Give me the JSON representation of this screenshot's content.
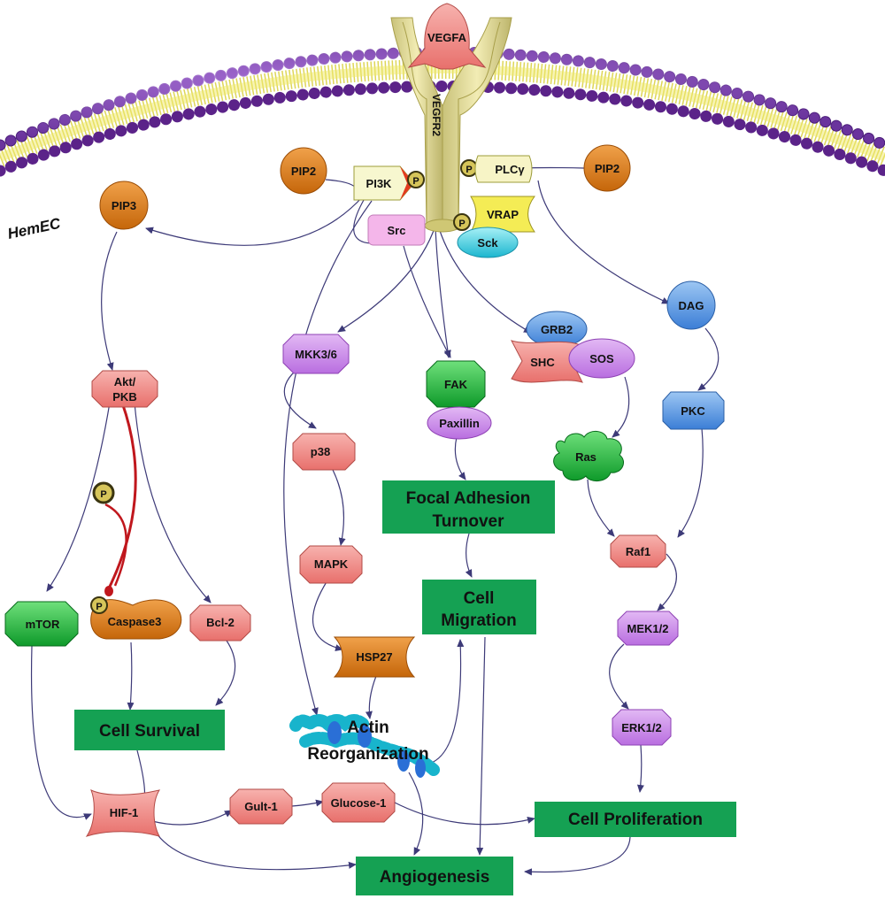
{
  "cell_label": "HemEC",
  "ligand": "VEGFA",
  "receptor": "VEGFR2",
  "phospho": "P",
  "nodes": {
    "pip2_left": "PIP2",
    "pip2_right": "PIP2",
    "pip3": "PIP3",
    "pi3k": "PI3K",
    "plcg": "PLCγ",
    "vrap": "VRAP",
    "sck": "Sck",
    "src": "Src",
    "dag": "DAG",
    "pkc": "PKC",
    "akt_line1": "Akt/",
    "akt_line2": "PKB",
    "mkk": "MKK3/6",
    "p38": "p38",
    "mapk": "MAPK",
    "hsp27": "HSP27",
    "fak": "FAK",
    "paxillin": "Paxillin",
    "grb2": "GRB2",
    "shc": "SHC",
    "sos": "SOS",
    "ras": "Ras",
    "raf1": "Raf1",
    "mek": "MEK1/2",
    "erk": "ERK1/2",
    "mtor": "mTOR",
    "caspase3": "Caspase3",
    "bcl2": "Bcl-2",
    "hif1": "HIF-1",
    "gult1": "Gult-1",
    "glucose1": "Glucose-1"
  },
  "outcomes": {
    "focal_line1": "Focal Adhesion",
    "focal_line2": "Turnover",
    "migration_line1": "Cell",
    "migration_line2": "Migration",
    "survival": "Cell Survival",
    "actin_line1": "Actin",
    "actin_line2": "Reorganization",
    "proliferation": "Cell Proliferation",
    "angiogenesis": "Angiogenesis"
  },
  "colors": {
    "salmon": "#f08a86",
    "orange": "#d9780f",
    "purple": "#c98ae6",
    "green_node": "#1bb43a",
    "blue_node": "#4a90e2",
    "outcome_green": "#15a153",
    "membrane_head": "#7a3aa5",
    "membrane_tail": "#e8e04a",
    "receptor": "#e6df8f",
    "arrow": "#3d3a78",
    "inhibit": "#c0171d"
  }
}
